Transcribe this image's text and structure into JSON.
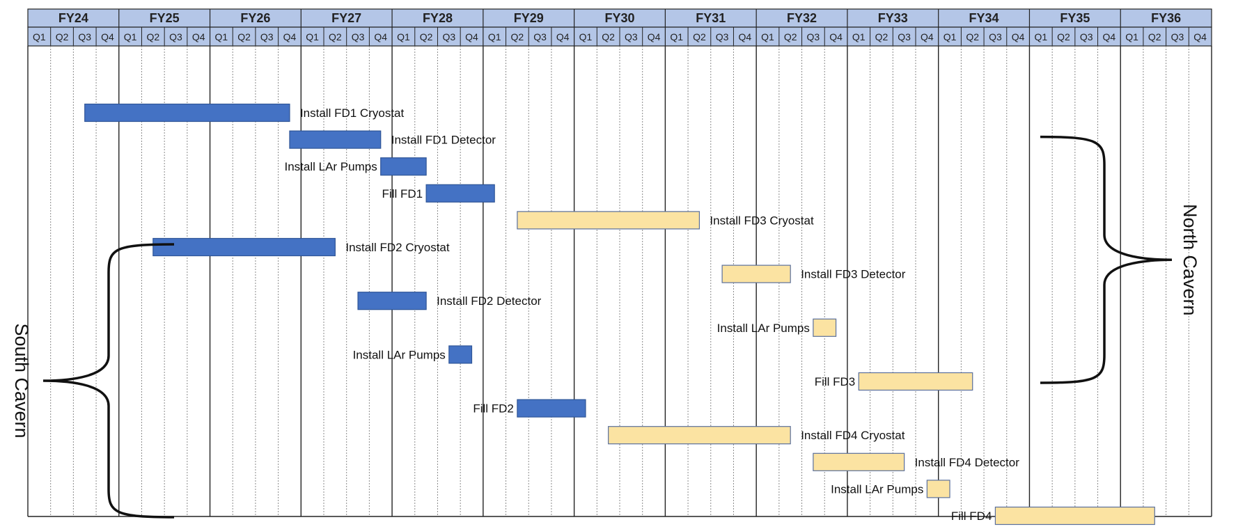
{
  "chart_data": {
    "type": "gantt",
    "x_unit": "fiscal quarter",
    "fiscal_years": [
      "FY24",
      "FY25",
      "FY26",
      "FY27",
      "FY28",
      "FY29",
      "FY30",
      "FY31",
      "FY32",
      "FY33",
      "FY34",
      "FY35",
      "FY36"
    ],
    "quarter_labels": [
      "Q1",
      "Q2",
      "Q3",
      "Q4"
    ],
    "colors": {
      "south": "#4472c4",
      "north": "#fbe3a2",
      "south_border": "#2f5597",
      "north_border": "#5a6f9c",
      "header_fill": "#b4c6e7"
    },
    "tasks": [
      {
        "label": "Install FD1 Cryostat",
        "start": "FY24 Q3",
        "end": "FY26 Q4",
        "group": "south",
        "label_side": "right"
      },
      {
        "label": "Install FD1 Detector",
        "start": "FY26 Q4",
        "end": "FY27 Q4",
        "group": "south",
        "label_side": "right"
      },
      {
        "label": "Install LAr Pumps",
        "start": "FY27 Q4",
        "end": "FY28 Q2",
        "group": "south",
        "label_side": "left"
      },
      {
        "label": "Fill FD1",
        "start": "FY28 Q2",
        "end": "FY29 Q1",
        "group": "south",
        "label_side": "left"
      },
      {
        "label": "Install FD3 Cryostat",
        "start": "FY29 Q2",
        "end": "FY31 Q2",
        "group": "north",
        "label_side": "right"
      },
      {
        "label": "Install FD2 Cryostat",
        "start": "FY25 Q2",
        "end": "FY27 Q2",
        "group": "south",
        "label_side": "right"
      },
      {
        "label": "Install FD3 Detector",
        "start": "FY31 Q3",
        "end": "FY32 Q2",
        "group": "north",
        "label_side": "right"
      },
      {
        "label": "Install FD2 Detector",
        "start": "FY27 Q3",
        "end": "FY28 Q2",
        "group": "south",
        "label_side": "right"
      },
      {
        "label": "Install LAr Pumps",
        "start": "FY32 Q3",
        "end": "FY32 Q4",
        "group": "north",
        "label_side": "left"
      },
      {
        "label": "Install LAr Pumps",
        "start": "FY28 Q3",
        "end": "FY28 Q4",
        "group": "south",
        "label_side": "left"
      },
      {
        "label": "Fill FD3",
        "start": "FY33 Q1",
        "end": "FY34 Q2",
        "group": "north",
        "label_side": "left"
      },
      {
        "label": "Fill FD2",
        "start": "FY29 Q2",
        "end": "FY30 Q1",
        "group": "south",
        "label_side": "left"
      },
      {
        "label": "Install FD4 Cryostat",
        "start": "FY30 Q2",
        "end": "FY32 Q2",
        "group": "north",
        "label_side": "right"
      },
      {
        "label": "Install FD4 Detector",
        "start": "FY32 Q3",
        "end": "FY33 Q3",
        "group": "north",
        "label_side": "right"
      },
      {
        "label": "Install LAr Pumps",
        "start": "FY33 Q4",
        "end": "FY34 Q1",
        "group": "north",
        "label_side": "left"
      },
      {
        "label": "Fill FD4",
        "start": "FY34 Q3",
        "end": "FY36 Q2",
        "group": "north",
        "label_side": "left"
      }
    ],
    "groups": [
      {
        "name": "South Cavern",
        "brace_side": "left",
        "rows_span": [
          5,
          15
        ]
      },
      {
        "name": "North Cavern",
        "brace_side": "right",
        "rows_span": [
          1,
          10
        ]
      }
    ],
    "grid": true
  }
}
